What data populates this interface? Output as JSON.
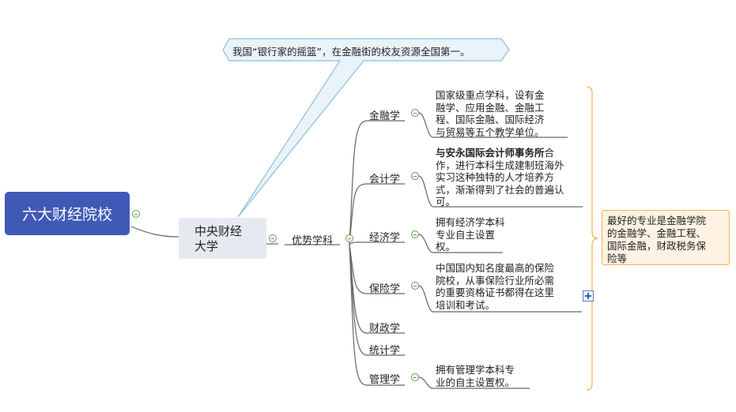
{
  "root": {
    "label": "六大财经院校"
  },
  "main_topic": {
    "label": "中央财经大学",
    "line1": "中央财经",
    "line2": "大学"
  },
  "callout": {
    "text": "我国“银行家的摇篮”，在金融街的校友资源全国第一。"
  },
  "branch": {
    "label": "优势学科"
  },
  "subjects": [
    {
      "label": "金融学",
      "desc": [
        "国家级重点学科，设有金",
        "融学、应用金融、金融工",
        "程、国际金融、国际经济",
        "与贸易等五个教学单位。"
      ]
    },
    {
      "label": "会计学",
      "desc_bold": "与安永国际会计师事务所",
      "desc_bold_rest": "合",
      "desc": [
        "作，进行本科生成建制班海外",
        "实习这种独特的人才培养方",
        "式，渐渐得到了社会的普遍认",
        "可。"
      ]
    },
    {
      "label": "经济学",
      "desc": [
        "拥有经济学本科",
        "专业自主设置",
        "权。"
      ]
    },
    {
      "label": "保险学",
      "desc": [
        "中国国内知名度最高的保险",
        "院校，从事保险行业所必需",
        "的重要资格证书都得在这里",
        "培训和考试。"
      ]
    },
    {
      "label": "财政学"
    },
    {
      "label": "统计学"
    },
    {
      "label": "管理学",
      "desc": [
        "拥有管理学本科专",
        "业的自主设置权。"
      ]
    }
  ],
  "summary": {
    "lines": [
      "最好的专业是金融学院",
      "的金融学、金融工程、",
      "国际金融，财政税务保",
      "险等"
    ]
  },
  "colors": {
    "root_fill": "#4159b6",
    "main_fill": "#e7e9f1",
    "callout_fill": "#eaf3f9",
    "callout_stroke": "#8fbedd",
    "brace": "#f0b453",
    "toggle": "#5aa04a"
  }
}
